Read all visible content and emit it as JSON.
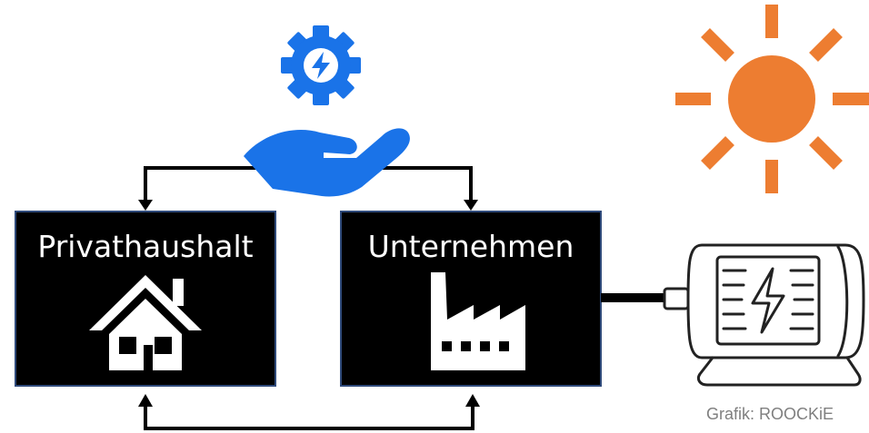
{
  "nodes": {
    "household": {
      "label": "Privathaushalt",
      "icon": "house-icon"
    },
    "company": {
      "label": "Unternehmen",
      "icon": "factory-icon"
    }
  },
  "icons": {
    "energy_hand": "hand-with-lightning-gear-icon",
    "sun": "sun-icon",
    "generator": "electric-generator-icon"
  },
  "credit": "Grafik: ROOCKiE",
  "colors": {
    "box_fill": "#000000",
    "box_border": "#2f4a7a",
    "energy_blue": "#1a73e8",
    "sun_orange": "#ed7d31",
    "credit_gray": "#7f7f7f"
  }
}
